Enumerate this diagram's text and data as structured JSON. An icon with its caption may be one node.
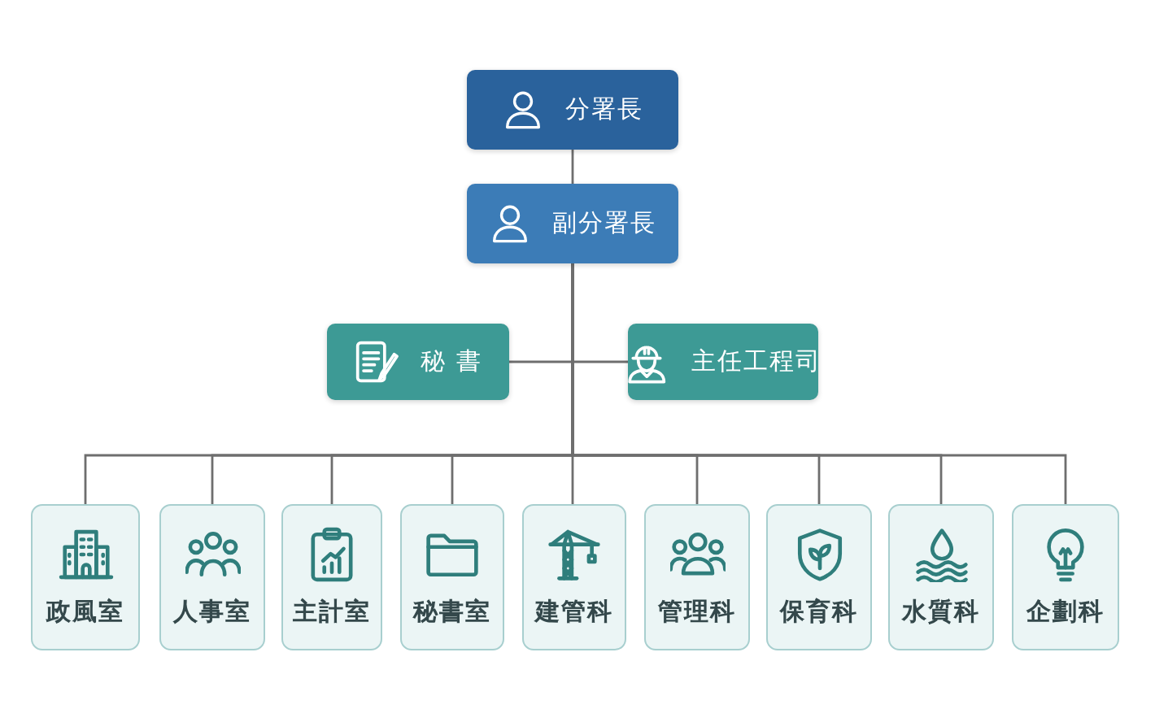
{
  "diagram": {
    "nodes": [
      {
        "text": [
          "分署長"
        ]
      },
      {
        "text": [
          "副分署長"
        ]
      },
      {
        "text": [
          "秘 書"
        ]
      },
      {
        "text": [
          "主任工程司"
        ]
      },
      {
        "text": [
          "政風室"
        ]
      },
      {
        "text": [
          "人事室"
        ]
      },
      {
        "text": [
          "主計室"
        ]
      },
      {
        "text": [
          "秘書室"
        ]
      },
      {
        "text": [
          "建管科"
        ]
      },
      {
        "text": [
          "管理科"
        ]
      },
      {
        "text": [
          "保育科"
        ]
      },
      {
        "text": [
          "水質科"
        ]
      },
      {
        "text": [
          "企劃科"
        ]
      }
    ],
    "edges": [
      {
        "from": 0,
        "to": 1,
        "arrow": "none"
      },
      {
        "from": 1,
        "to": 2,
        "arrow": "none"
      },
      {
        "from": 1,
        "to": 3,
        "arrow": "none"
      },
      {
        "from": 1,
        "to": 4,
        "arrow": "none"
      },
      {
        "from": 1,
        "to": 5,
        "arrow": "none"
      },
      {
        "from": 1,
        "to": 6,
        "arrow": "none"
      },
      {
        "from": 1,
        "to": 7,
        "arrow": "none"
      },
      {
        "from": 1,
        "to": 8,
        "arrow": "none"
      },
      {
        "from": 1,
        "to": 9,
        "arrow": "none"
      },
      {
        "from": 1,
        "to": 10,
        "arrow": "none"
      },
      {
        "from": 1,
        "to": 11,
        "arrow": "none"
      },
      {
        "from": 1,
        "to": 12,
        "arrow": "none"
      }
    ]
  }
}
